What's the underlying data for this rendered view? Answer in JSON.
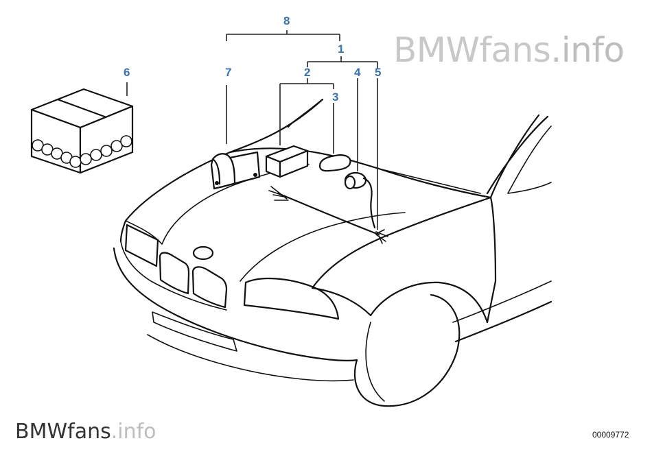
{
  "watermark": {
    "brand": "BMWfans",
    "suffix": ".info"
  },
  "part_code": "00009772",
  "callouts": {
    "c1": "1",
    "c2": "2",
    "c3": "3",
    "c4": "4",
    "c5": "5",
    "c6": "6",
    "c7": "7",
    "c8": "8"
  },
  "colors": {
    "callout": "#3a72b0",
    "line": "#111111",
    "watermark": "#cfcfcf"
  }
}
